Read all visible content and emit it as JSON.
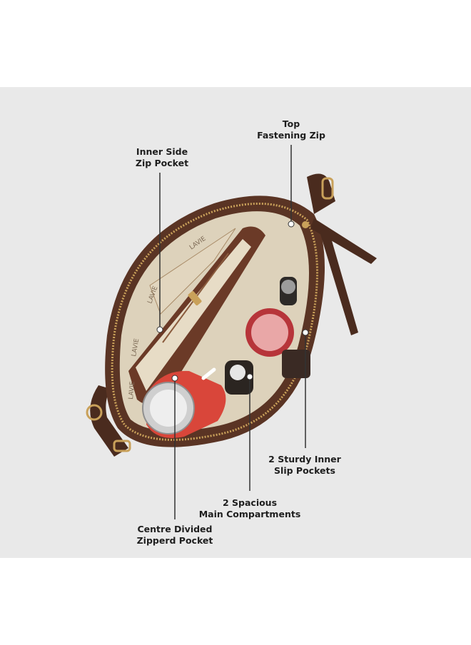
{
  "image": {
    "description_note": "",
    "background_color": "#e9e9e9",
    "page_color": "#ffffff"
  },
  "callouts": {
    "top_zip": {
      "line1": "Top",
      "line2": "Fastening Zip"
    },
    "inner_side": {
      "line1": "Inner Side",
      "line2": "Zip Pocket"
    },
    "slip_pockets": {
      "line1": "2 Sturdy Inner",
      "line2": "Slip Pockets"
    },
    "main_compartments": {
      "line1": "2 Spacious",
      "line2": "Main Compartments"
    },
    "centre_pocket": {
      "line1": "Centre Divided",
      "line2": "Zipperd Pocket"
    }
  },
  "brand_marks": [
    "LAVIE",
    "LAVIE",
    "LAVIE",
    "LAVIE"
  ],
  "colors": {
    "leather": "#5a3424",
    "leather_dark": "#3d2217",
    "lining": "#ddd2bb",
    "zip_gold": "#c9a15a",
    "bottle_red": "#d9463a",
    "leader_line": "#333333"
  }
}
